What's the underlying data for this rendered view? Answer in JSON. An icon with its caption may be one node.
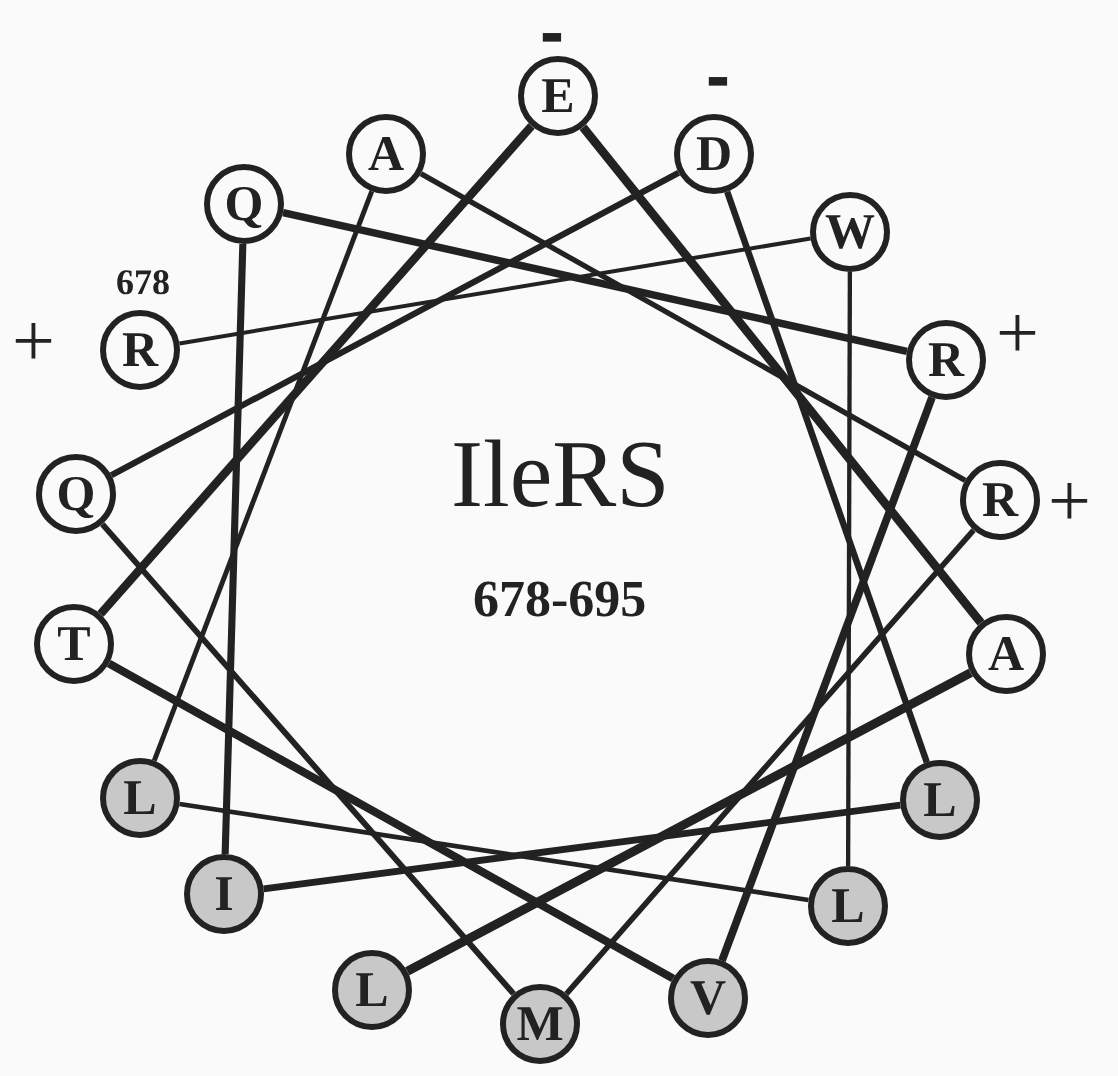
{
  "diagram": {
    "nodes": [
      {
        "text": [
          "E"
        ],
        "beside": [
          "-"
        ]
      },
      {
        "text": [
          "D"
        ],
        "beside": [
          "-"
        ]
      },
      {
        "text": [
          "W"
        ]
      },
      {
        "text": [
          "R"
        ],
        "beside": [
          "+"
        ]
      },
      {
        "text": [
          "R"
        ],
        "beside": [
          "+"
        ]
      },
      {
        "text": [
          "A"
        ]
      },
      {
        "text": [
          "L"
        ]
      },
      {
        "text": [
          "L"
        ]
      },
      {
        "text": [
          "V"
        ]
      },
      {
        "text": [
          "M"
        ]
      },
      {
        "text": [
          "L"
        ]
      },
      {
        "text": [
          "I"
        ]
      },
      {
        "text": [
          "L"
        ]
      },
      {
        "text": [
          "T"
        ]
      },
      {
        "text": [
          "Q"
        ]
      },
      {
        "text": [
          "R"
        ],
        "beside": [
          "678",
          "+"
        ]
      },
      {
        "text": [
          "Q"
        ]
      },
      {
        "text": [
          "A"
        ]
      }
    ],
    "edges": [
      {
        "from": 15,
        "to": 2,
        "arrow": "none"
      },
      {
        "from": 2,
        "to": 7,
        "arrow": "none"
      },
      {
        "from": 7,
        "to": 12,
        "arrow": "none"
      },
      {
        "from": 12,
        "to": 17,
        "arrow": "none"
      },
      {
        "from": 17,
        "to": 4,
        "arrow": "none"
      },
      {
        "from": 4,
        "to": 9,
        "arrow": "none"
      },
      {
        "from": 9,
        "to": 14,
        "arrow": "none"
      },
      {
        "from": 14,
        "to": 1,
        "arrow": "none"
      },
      {
        "from": 1,
        "to": 6,
        "arrow": "none"
      },
      {
        "from": 6,
        "to": 11,
        "arrow": "none"
      },
      {
        "from": 11,
        "to": 16,
        "arrow": "none"
      },
      {
        "from": 16,
        "to": 3,
        "arrow": "none"
      },
      {
        "from": 3,
        "to": 8,
        "arrow": "none"
      },
      {
        "from": 8,
        "to": 13,
        "arrow": "none"
      },
      {
        "from": 13,
        "to": 0,
        "arrow": "none"
      },
      {
        "from": 0,
        "to": 5,
        "arrow": "none"
      },
      {
        "from": 5,
        "to": 10,
        "arrow": "none"
      }
    ],
    "labels": [
      "IleRS",
      "678-695"
    ]
  }
}
